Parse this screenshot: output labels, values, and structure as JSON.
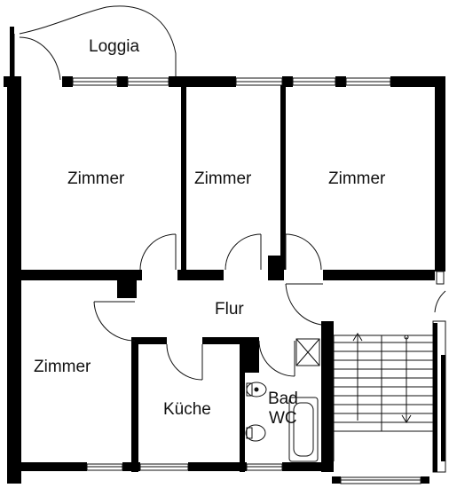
{
  "plan": {
    "rooms": {
      "loggia": "Loggia",
      "zimmer_1": "Zimmer",
      "zimmer_2": "Zimmer",
      "zimmer_3": "Zimmer",
      "flur": "Flur",
      "zimmer_4": "Zimmer",
      "kueche": "Küche",
      "bad": "Bad",
      "wc": "WC"
    },
    "colors": {
      "wall": "#000000",
      "line": "#111111",
      "background": "#ffffff"
    }
  }
}
